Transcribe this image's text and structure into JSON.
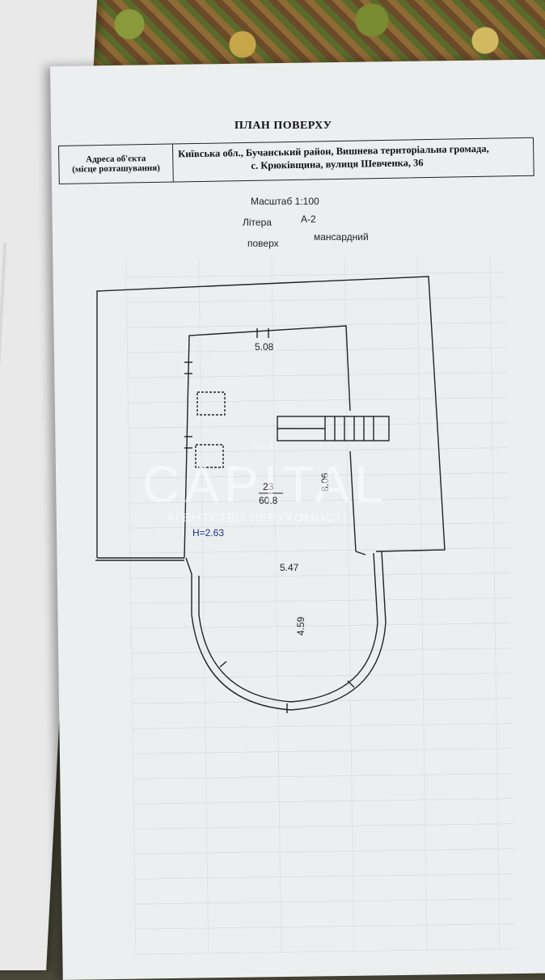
{
  "document": {
    "title": "ПЛАН ПОВЕРХУ",
    "address_label_line1": "Адреса об'єкта",
    "address_label_line2": "(місце розташування)",
    "address_line1": "Київська обл., Бучанський район, Вишнева територіальна громада,",
    "address_line2": "с. Крюківщина, вулиця Шевченка, 36",
    "scale_label": "Масштаб 1:100",
    "letter_label": "Літера",
    "letter_value": "А-2",
    "floor_label": "поверх",
    "floor_value": "мансардний"
  },
  "plan": {
    "dim_top": "5.08",
    "dim_right": "8.06",
    "dim_bottom": "5.47",
    "dim_arc": "4.59",
    "room_number": "23",
    "room_area": "60.8",
    "height": "H=2.63"
  },
  "watermark": {
    "top": "THE",
    "brand": "CAPITAL",
    "tagline": "АГЕНТСТВО НЕРУХОМОСТІ"
  },
  "colors": {
    "paper": "#ecefef",
    "ink": "#222222",
    "height_text": "#1a2f8a"
  }
}
